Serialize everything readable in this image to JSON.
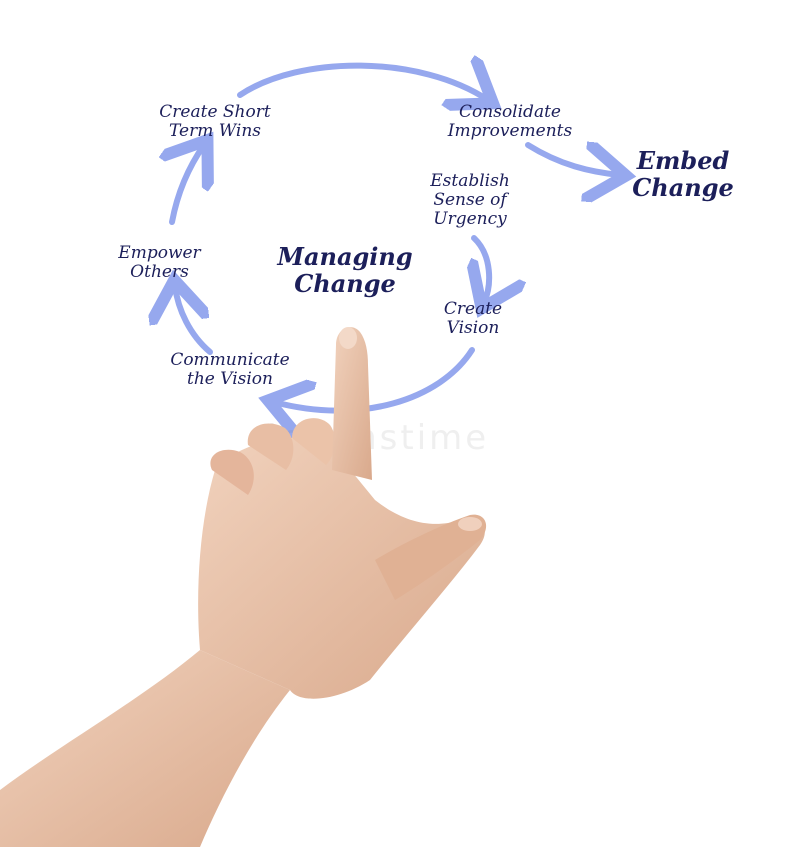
{
  "diagram": {
    "center": "Managing\nChange",
    "outcome": "Embed\nChange",
    "steps": [
      "Establish\nSense of\nUrgency",
      "Create\nVision",
      "Communicate\nthe Vision",
      "Empower\nOthers",
      "Create Short\nTerm Wins",
      "Consolidate\nImprovements"
    ]
  },
  "colors": {
    "arrow": "#96a8ee",
    "text": "#1c1f5a",
    "skin": "#e8c1a7"
  },
  "watermark": "dreamstime"
}
